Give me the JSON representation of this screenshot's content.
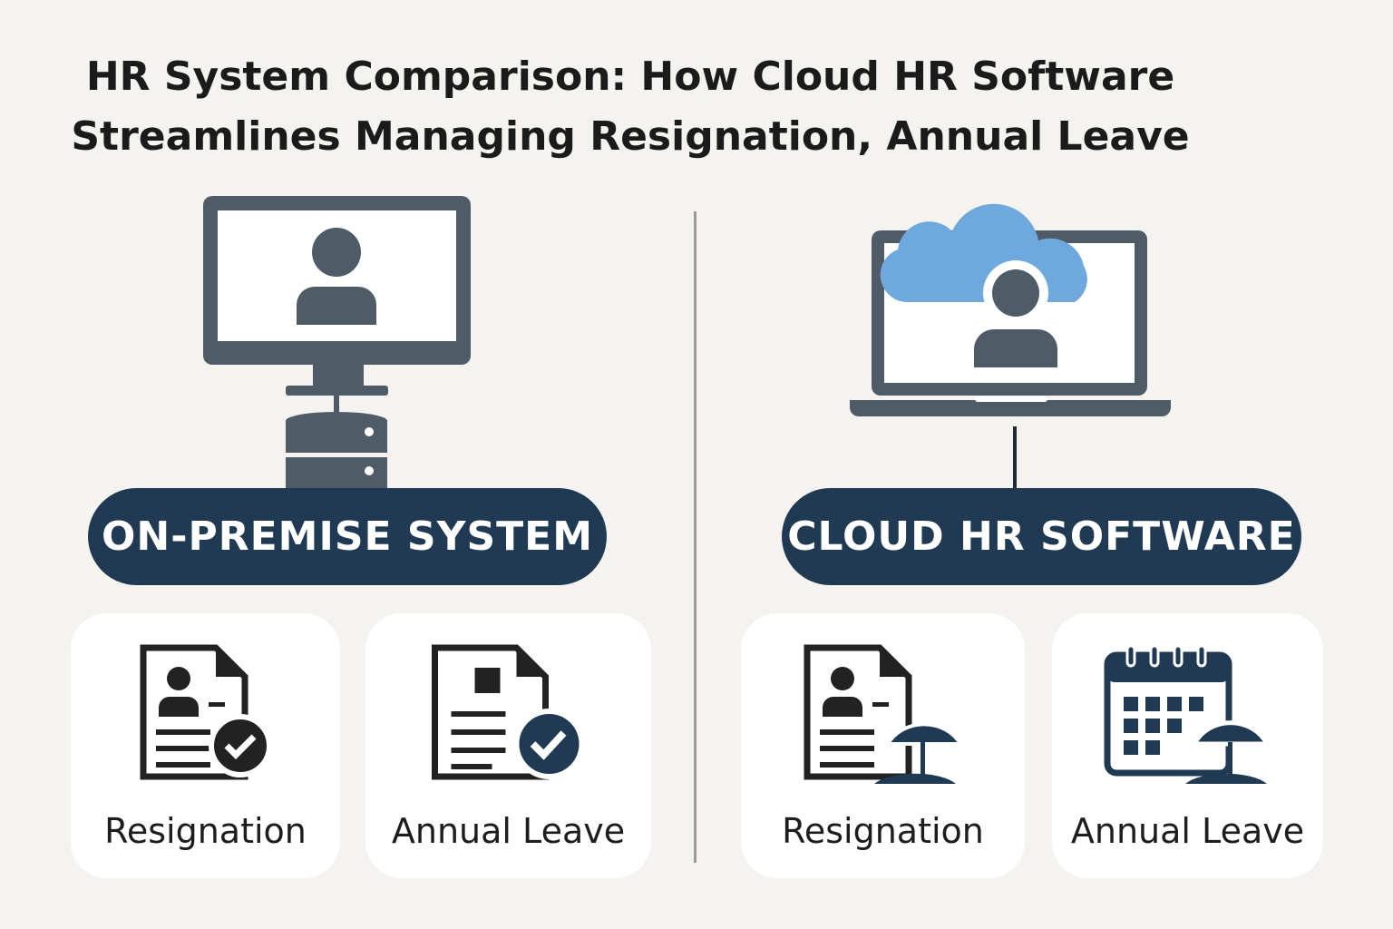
{
  "title": {
    "line1": "HR System Comparison: How Cloud HR Software",
    "line2": "Streamlines Managing Resignation, Annual Leave"
  },
  "left": {
    "label": "ON-PREMISE SYSTEM",
    "cards": [
      {
        "label": "Resignation"
      },
      {
        "label": "Annual Leave"
      }
    ]
  },
  "right": {
    "label": "CLOUD HR SOFTWARE",
    "cards": [
      {
        "label": "Resignation"
      },
      {
        "label": "Annual Leave"
      }
    ]
  },
  "colors": {
    "dark": "#1f3a52",
    "gray": "#4f5b66",
    "cloud": "#6fa8dc",
    "background": "#f4f3ef"
  }
}
